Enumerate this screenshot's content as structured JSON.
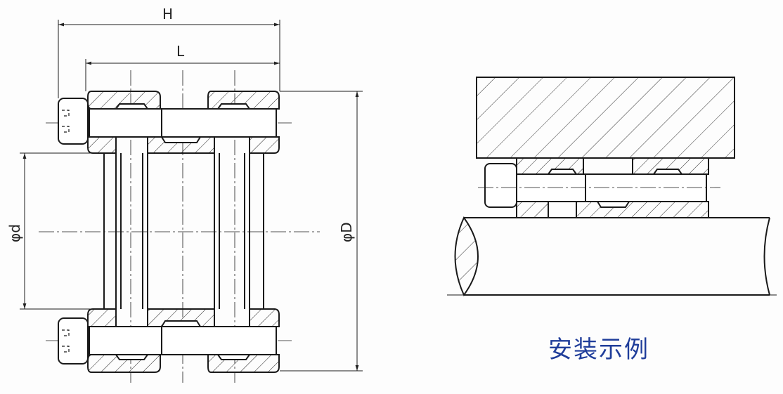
{
  "left_view": {
    "dim_H": "H",
    "dim_L": "L",
    "dim_d": "φd",
    "dim_D": "φD"
  },
  "right_view": {
    "caption": "安装示例"
  },
  "colors": {
    "line": "#1a1a1a",
    "caption": "#1f3d9a"
  }
}
